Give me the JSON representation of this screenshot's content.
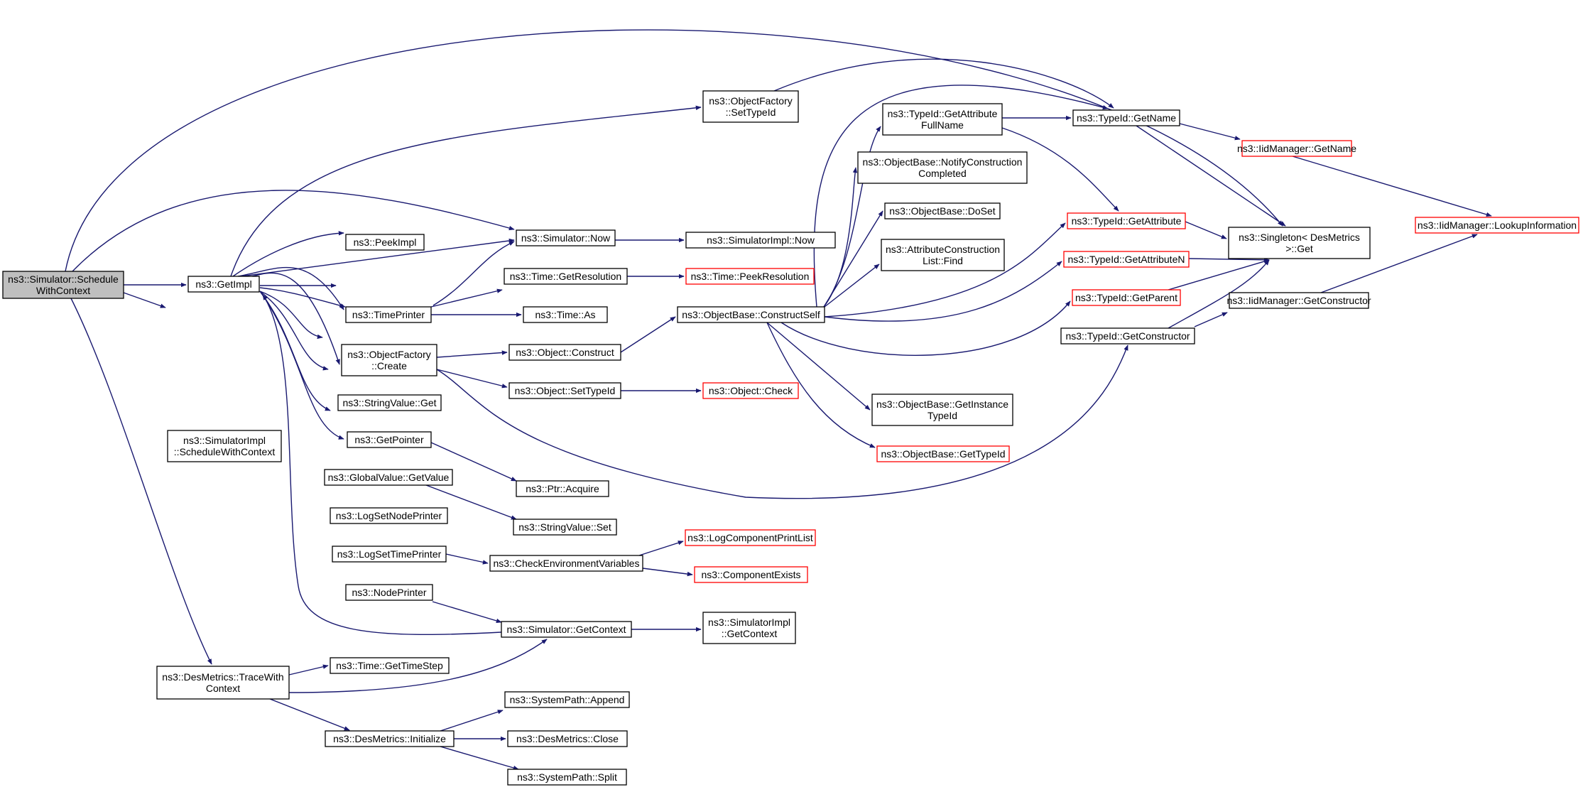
{
  "colors": {
    "edge": "#191970",
    "box_border": "#000000",
    "red_border": "#ff0000",
    "root_fill": "#bfbfbf",
    "background": "#ffffff"
  },
  "nodes": [
    {
      "id": "root",
      "lines": [
        "ns3::Simulator::Schedule",
        "WithContext"
      ],
      "root": true
    },
    {
      "id": "getimpl",
      "lines": [
        "ns3::GetImpl"
      ]
    },
    {
      "id": "simimpl_swc",
      "lines": [
        "ns3::SimulatorImpl",
        "::ScheduleWithContext"
      ]
    },
    {
      "id": "desm_trace",
      "lines": [
        "ns3::DesMetrics::TraceWith",
        "Context"
      ]
    },
    {
      "id": "of_settypeid",
      "lines": [
        "ns3::ObjectFactory",
        "::SetTypeId"
      ]
    },
    {
      "id": "sim_now",
      "lines": [
        "ns3::Simulator::Now"
      ]
    },
    {
      "id": "peekimpl",
      "lines": [
        "ns3::PeekImpl"
      ]
    },
    {
      "id": "timeprinter",
      "lines": [
        "ns3::TimePrinter"
      ]
    },
    {
      "id": "of_create",
      "lines": [
        "ns3::ObjectFactory",
        "::Create"
      ]
    },
    {
      "id": "sv_get",
      "lines": [
        "ns3::StringValue::Get"
      ]
    },
    {
      "id": "getpointer",
      "lines": [
        "ns3::GetPointer"
      ]
    },
    {
      "id": "gv_getvalue",
      "lines": [
        "ns3::GlobalValue::GetValue"
      ]
    },
    {
      "id": "logsetnode",
      "lines": [
        "ns3::LogSetNodePrinter"
      ]
    },
    {
      "id": "logsettime",
      "lines": [
        "ns3::LogSetTimePrinter"
      ]
    },
    {
      "id": "nodeprinter",
      "lines": [
        "ns3::NodePrinter"
      ]
    },
    {
      "id": "time_gettimestep",
      "lines": [
        "ns3::Time::GetTimeStep"
      ]
    },
    {
      "id": "desm_init",
      "lines": [
        "ns3::DesMetrics::Initialize"
      ]
    },
    {
      "id": "simimpl_now",
      "lines": [
        "ns3::SimulatorImpl::Now"
      ]
    },
    {
      "id": "time_getres",
      "lines": [
        "ns3::Time::GetResolution"
      ]
    },
    {
      "id": "time_as",
      "lines": [
        "ns3::Time::As"
      ]
    },
    {
      "id": "obj_construct",
      "lines": [
        "ns3::Object::Construct"
      ]
    },
    {
      "id": "obj_settypeid",
      "lines": [
        "ns3::Object::SetTypeId"
      ]
    },
    {
      "id": "ptr_acquire",
      "lines": [
        "ns3::Ptr::Acquire"
      ]
    },
    {
      "id": "sv_set",
      "lines": [
        "ns3::StringValue::Set"
      ]
    },
    {
      "id": "check_env",
      "lines": [
        "ns3::CheckEnvironmentVariables"
      ]
    },
    {
      "id": "sim_getcontext",
      "lines": [
        "ns3::Simulator::GetContext"
      ]
    },
    {
      "id": "sp_append",
      "lines": [
        "ns3::SystemPath::Append"
      ]
    },
    {
      "id": "desm_close",
      "lines": [
        "ns3::DesMetrics::Close"
      ]
    },
    {
      "id": "sp_split",
      "lines": [
        "ns3::SystemPath::Split"
      ]
    },
    {
      "id": "time_peekres",
      "lines": [
        "ns3::Time::PeekResolution"
      ],
      "red": true
    },
    {
      "id": "ob_constructself",
      "lines": [
        "ns3::ObjectBase::ConstructSelf"
      ]
    },
    {
      "id": "obj_check",
      "lines": [
        "ns3::Object::Check"
      ],
      "red": true
    },
    {
      "id": "logcomp_printlist",
      "lines": [
        "ns3::LogComponentPrintList"
      ],
      "red": true
    },
    {
      "id": "comp_exists",
      "lines": [
        "ns3::ComponentExists"
      ],
      "red": true
    },
    {
      "id": "simimpl_getcontext",
      "lines": [
        "ns3::SimulatorImpl",
        "::GetContext"
      ]
    },
    {
      "id": "tid_getattrfullname",
      "lines": [
        "ns3::TypeId::GetAttribute",
        "FullName"
      ]
    },
    {
      "id": "ob_notify",
      "lines": [
        "ns3::ObjectBase::NotifyConstruction",
        "Completed"
      ]
    },
    {
      "id": "ob_doset",
      "lines": [
        "ns3::ObjectBase::DoSet"
      ]
    },
    {
      "id": "attrcl_find",
      "lines": [
        "ns3::AttributeConstruction",
        "List::Find"
      ]
    },
    {
      "id": "ob_getinstance",
      "lines": [
        "ns3::ObjectBase::GetInstance",
        "TypeId"
      ]
    },
    {
      "id": "ob_gettypeid",
      "lines": [
        "ns3::ObjectBase::GetTypeId"
      ],
      "red": true
    },
    {
      "id": "tid_getname",
      "lines": [
        "ns3::TypeId::GetName"
      ]
    },
    {
      "id": "tid_getattr",
      "lines": [
        "ns3::TypeId::GetAttribute"
      ],
      "red": true
    },
    {
      "id": "tid_getattrn",
      "lines": [
        "ns3::TypeId::GetAttributeN"
      ],
      "red": true
    },
    {
      "id": "tid_getparent",
      "lines": [
        "ns3::TypeId::GetParent"
      ],
      "red": true
    },
    {
      "id": "tid_getctor",
      "lines": [
        "ns3::TypeId::GetConstructor"
      ]
    },
    {
      "id": "iidm_getname",
      "lines": [
        "ns3::IidManager::GetName"
      ],
      "red": true
    },
    {
      "id": "singleton_get",
      "lines": [
        "ns3::Singleton< DesMetrics",
        ">::Get"
      ]
    },
    {
      "id": "iidm_getctor",
      "lines": [
        "ns3::IidManager::GetConstructor"
      ]
    },
    {
      "id": "iidm_lookup",
      "lines": [
        "ns3::IidManager::LookupInformation"
      ],
      "red": true
    }
  ]
}
